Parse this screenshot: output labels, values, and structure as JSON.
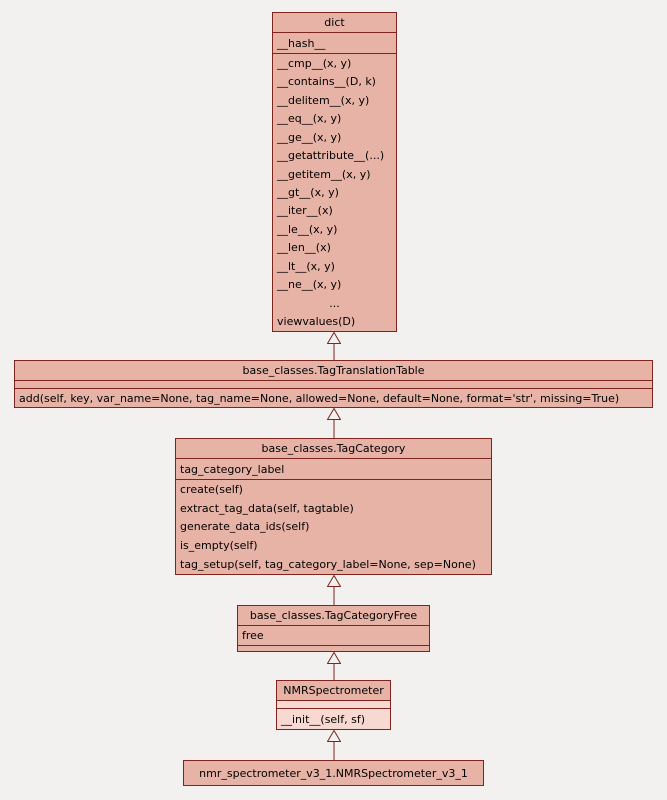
{
  "colors": {
    "box_fill": "#e7b3a6",
    "box_fill_light": "#f7d9d1",
    "border": "#7d241e",
    "background": "#f2f1ef"
  },
  "classes": {
    "dict": {
      "title": "dict",
      "attributes": [
        "__hash__"
      ],
      "methods": [
        "__cmp__(x, y)",
        "__contains__(D, k)",
        "__delitem__(x, y)",
        "__eq__(x, y)",
        "__ge__(x, y)",
        "__getattribute__(...)",
        "__getitem__(x, y)",
        "__gt__(x, y)",
        "__iter__(x)",
        "__le__(x, y)",
        "__len__(x)",
        "__lt__(x, y)",
        "__ne__(x, y)",
        "...",
        "viewvalues(D)"
      ]
    },
    "tag_translation_table": {
      "title": "base_classes.TagTranslationTable",
      "methods": [
        "add(self, key, var_name=None, tag_name=None, allowed=None, default=None, format='str', missing=True)"
      ]
    },
    "tag_category": {
      "title": "base_classes.TagCategory",
      "attributes": [
        "tag_category_label"
      ],
      "methods": [
        "create(self)",
        "extract_tag_data(self, tagtable)",
        "generate_data_ids(self)",
        "is_empty(self)",
        "tag_setup(self, tag_category_label=None, sep=None)"
      ]
    },
    "tag_category_free": {
      "title": "base_classes.TagCategoryFree",
      "attributes": [
        "free"
      ]
    },
    "nmr_spectrometer": {
      "title": "NMRSpectrometer",
      "methods": [
        "__init__(self, sf)"
      ]
    },
    "nmr_spectrometer_v3_1": {
      "title": "nmr_spectrometer_v3_1.NMRSpectrometer_v3_1"
    }
  }
}
